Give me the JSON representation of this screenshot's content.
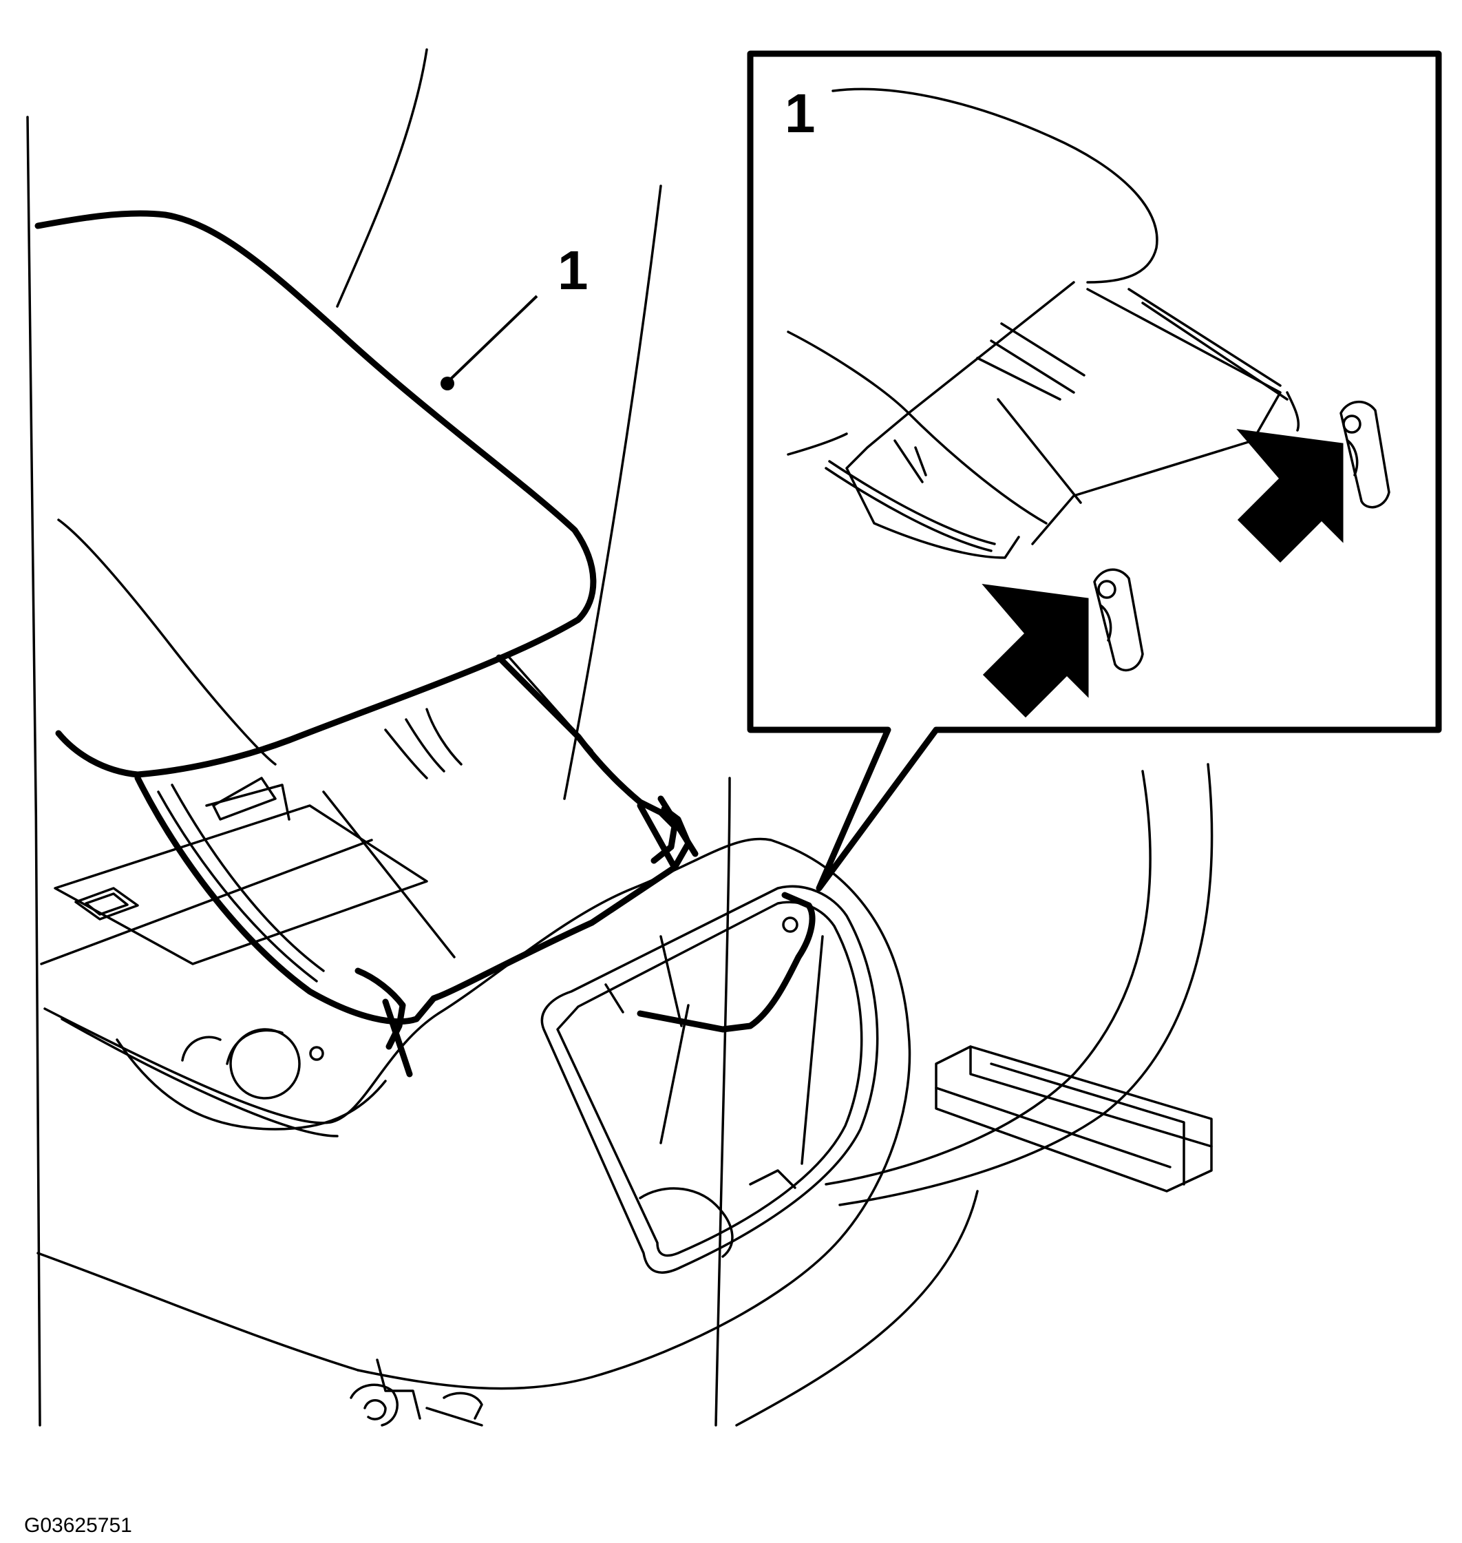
{
  "figure": {
    "callout_main": "1",
    "callout_inset": "1",
    "figure_id": "G03625751"
  }
}
